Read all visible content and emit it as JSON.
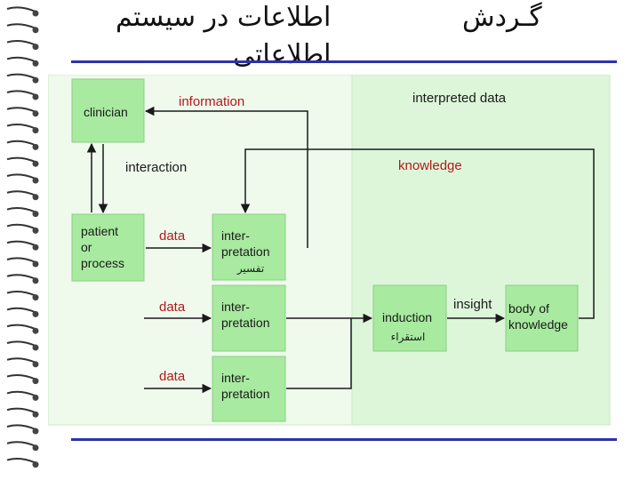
{
  "title": {
    "right": "گـردش",
    "main": "اطلاعات در سیستم",
    "sub": "اطلاعاتی"
  },
  "diagram": {
    "labels": {
      "information": "information",
      "interpreted_data": "interpreted data",
      "interaction": "interaction",
      "knowledge": "knowledge",
      "data_1": "data",
      "data_2": "data",
      "data_3": "data",
      "insight": "insight"
    },
    "boxes": {
      "clinician": "clinician",
      "patient": [
        "patient",
        "or",
        "process"
      ],
      "interp_1": [
        "inter-",
        "pretation"
      ],
      "interp_1_fa": "تفسیر",
      "interp_2": [
        "inter-",
        "pretation"
      ],
      "interp_3": [
        "inter-",
        "pretation"
      ],
      "induction": "induction",
      "induction_fa": "استقراء",
      "body": [
        "body of",
        "knowledge"
      ]
    }
  },
  "colors": {
    "rule": "#2c33a8",
    "box_fill": "#a8eaa0",
    "box_border": "#8ccf84",
    "panel_left": "#effaed",
    "panel_right": "#ddf6da",
    "red_label": "#b01a1a"
  }
}
